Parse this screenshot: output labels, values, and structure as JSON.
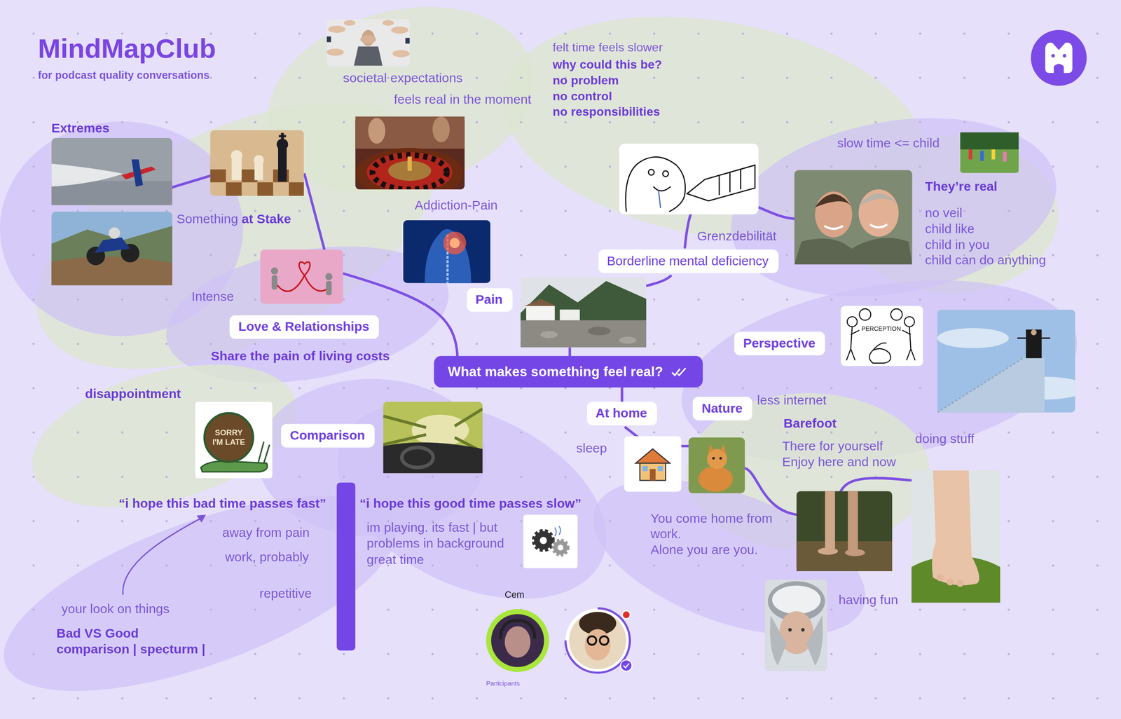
{
  "diagram": {
    "title": "MindMapClub",
    "nodes": [
      {
        "text": [
          "What makes something feel real?"
        ]
      },
      {
        "text": [
          "Pain"
        ]
      },
      {
        "text": [
          "Borderline mental deficiency"
        ]
      },
      {
        "text": [
          "Love & Relationships"
        ]
      },
      {
        "text": [
          "Comparison"
        ]
      },
      {
        "text": [
          "At home"
        ]
      },
      {
        "text": [
          "Nature"
        ]
      },
      {
        "text": [
          "Perspective"
        ]
      }
    ],
    "edges": [
      {
        "from": 0,
        "to": 5,
        "arrow": "none"
      }
    ],
    "labels": [
      "for podcast quality conversations",
      "societal expectations",
      "feels real in the moment",
      "felt time feels slower",
      "why could this be?",
      "no problem",
      "no control",
      "no responsibilities",
      "Extremes",
      "Something",
      "at Stake",
      "Addiction-Pain",
      "Grenzdebilität",
      "slow time <= child",
      "They’re real",
      "no veil",
      "child like",
      "child in you",
      "child can do anything",
      "Intense",
      "Share the pain of living costs",
      "disappointment",
      "less internet",
      "Barefoot",
      "There for yourself",
      "Enjoy here and now",
      "doing stuff",
      "sleep",
      "You come home from",
      "work.",
      "Alone you are you.",
      "having fun",
      "“i hope this bad time passes fast”",
      "away from pain",
      "work, probably",
      "repetitive",
      "your look on things",
      "Bad VS Good",
      "comparison | specturm |",
      "“i hope this good time passes slow”",
      "im playing. its fast | but",
      "problems in background",
      "great time",
      "Cem",
      "Participants",
      "SORRY I'M LATE",
      "PERCEPTION"
    ]
  }
}
